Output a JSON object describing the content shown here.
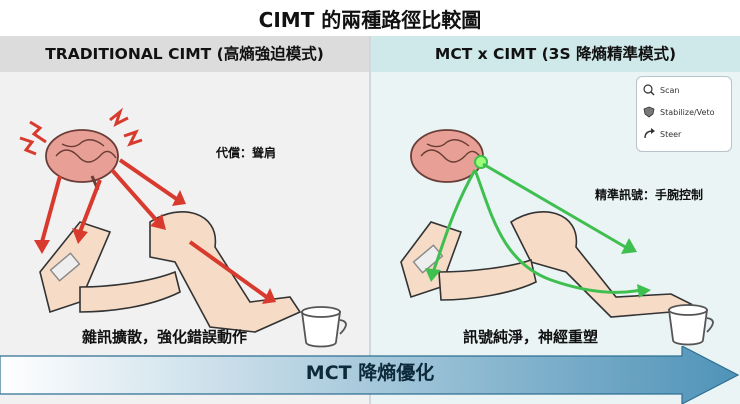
{
  "title": "CIMT 的兩種路徑比較圖",
  "left": {
    "header": "TRADITIONAL CIMT (高熵強迫模式)",
    "compensation_note": "代償：聳肩",
    "caption": "雜訊擴散，強化錯誤動作"
  },
  "right": {
    "header": "MCT x CIMT (3S 降熵精準模式)",
    "signal_note": "精準訊號：手腕控制",
    "caption": "訊號純淨，神經重塑",
    "legend": [
      {
        "label": "Scan",
        "icon": "scan-icon"
      },
      {
        "label": "Stabilize/Veto",
        "icon": "shield-icon"
      },
      {
        "label": "Steer",
        "icon": "steer-arrow-icon"
      }
    ]
  },
  "banner": {
    "label": "MCT 降熵優化",
    "colors": {
      "start": "#ffffff",
      "end": "#4f93b8"
    }
  },
  "colors": {
    "noise": "#d83a2e",
    "signal": "#3fbf4f",
    "skin": "#f6dcc6",
    "brain": "#e8a096"
  }
}
